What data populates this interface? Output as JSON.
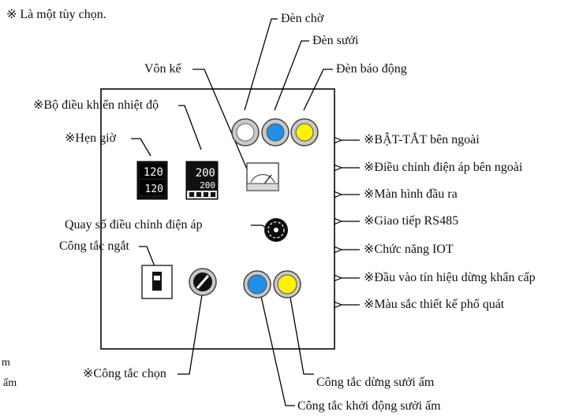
{
  "note": "※ Là một tùy chọn.",
  "top_labels": {
    "standby_lamp": "Đèn chờ",
    "heater_lamp": "Đèn sưởi",
    "alarm_lamp": "Đèn báo động"
  },
  "left_labels": {
    "voltmeter": "Vôn kế",
    "temp_controller": "※Bộ điều khiển nhiệt độ",
    "timer": "※Hẹn giờ",
    "voltage_dial": "Quay số điều chỉnh điện áp",
    "breaker": "Công tắc ngắt"
  },
  "bottom_labels": {
    "selector_switch": "※Công tắc chọn",
    "heat_stop_switch": "Công tắc dừng sưởi ấm",
    "heat_start_switch": "Công tắc khởi động sưởi ấm"
  },
  "right_options": [
    "※BẬT-TẮT bên ngoài",
    "※Điều chỉnh điện áp bên ngoài",
    "※Màn hình đầu ra",
    "※Giao tiếp RS485",
    "※Chức năng IOT",
    "※Đầu vào tín hiệu dừng khẩn cấp",
    "※Màu sắc thiết kế phổ quát"
  ],
  "panel_readouts": {
    "timer_top": "120",
    "timer_bottom": "120",
    "controller_top": "200",
    "controller_bottom": "200"
  },
  "cut_edge": {
    "line1": "m",
    "line2": "ri ấm"
  },
  "colors": {
    "heater_lamp": "#1f8fe8",
    "alarm_lamp": "#fff200",
    "start_button": "#1f8fe8",
    "stop_button": "#fff200",
    "standby_lamp": "#ffffff"
  }
}
